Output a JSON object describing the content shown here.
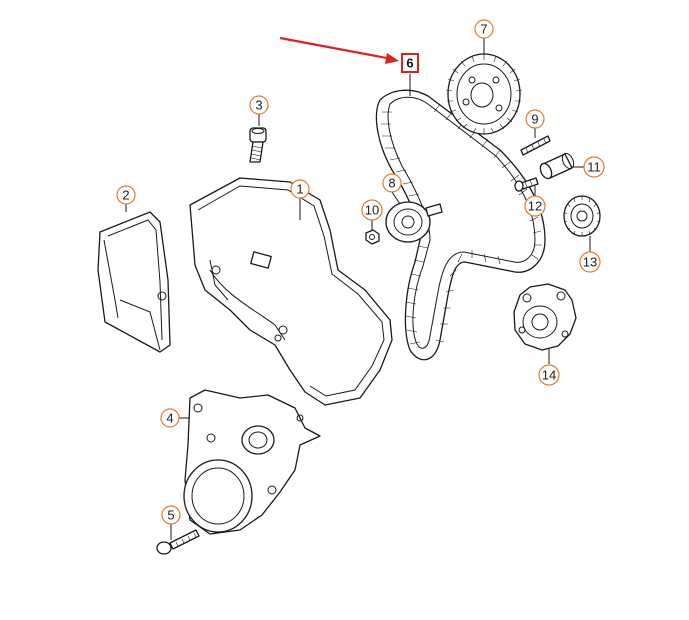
{
  "callouts": [
    {
      "id": "1",
      "label": "1"
    },
    {
      "id": "2",
      "label": "2"
    },
    {
      "id": "3",
      "label": "3"
    },
    {
      "id": "4",
      "label": "4"
    },
    {
      "id": "5",
      "label": "5"
    },
    {
      "id": "6",
      "label": "6"
    },
    {
      "id": "7",
      "label": "7"
    },
    {
      "id": "8",
      "label": "8"
    },
    {
      "id": "9",
      "label": "9"
    },
    {
      "id": "10",
      "label": "10"
    },
    {
      "id": "11",
      "label": "11"
    },
    {
      "id": "12",
      "label": "12"
    },
    {
      "id": "13",
      "label": "13"
    },
    {
      "id": "14",
      "label": "14"
    }
  ],
  "highlight": {
    "part": "6",
    "arrow_color": "#e02020",
    "box_color": "#e02020"
  },
  "colors": {
    "callout_ring": "#e07a30",
    "line": "#1a1a1a"
  }
}
